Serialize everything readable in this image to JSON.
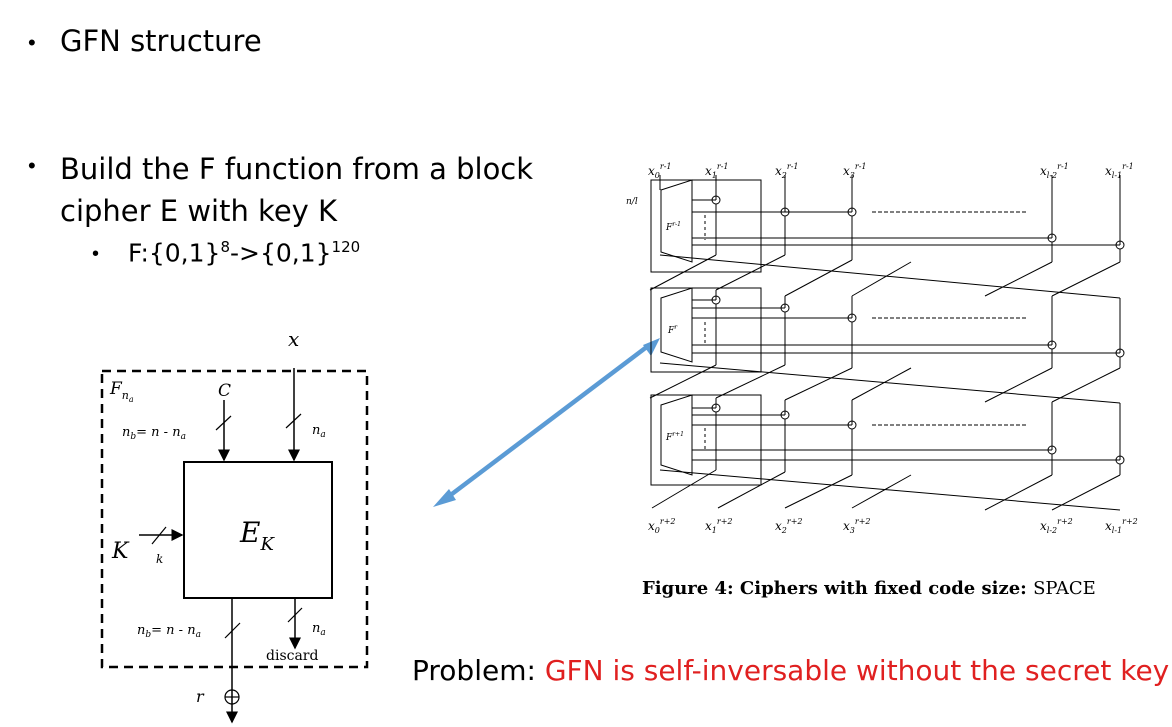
{
  "slide": {
    "bullet1": "GFN structure",
    "bullet2": "Build the F function from a block cipher E with key K",
    "bullet3_base": "F:{0,1}",
    "bullet3_exp1": "8",
    "bullet3_mid": "->{0,1}",
    "bullet3_exp2": "120",
    "problem_label": "Problem: ",
    "problem_text": "GFN is self-inversable without the secret key"
  },
  "left_diagram": {
    "x_label": "x",
    "c_label": "C",
    "k_big": "K",
    "k_small": "k",
    "e_label": "E",
    "e_sub": "K",
    "f_label": "F",
    "f_sub": "n",
    "f_subsub": "a",
    "nb_top": "n",
    "nb_eq_top": "= n - n",
    "na_top": "n",
    "nb_bottom": "n",
    "nb_eq_bottom": "= n - n",
    "na_bottom": "n",
    "a_sub": "a",
    "b_sub": "b",
    "discard": "discard",
    "r_label": "r"
  },
  "right_diagram": {
    "top_labels": [
      "x0r-1",
      "x1r-1",
      "x2r-1",
      "x3r-1",
      "xl-2r-1",
      "xl-1r-1"
    ],
    "bottom_labels": [
      "x0r+2",
      "x1r+2",
      "x2r+2",
      "x3r+2",
      "xl-2r+2",
      "xl-1r+2"
    ],
    "n_over_l": "n/l",
    "f_rounds": [
      "r-1",
      "r",
      "r+1"
    ],
    "caption_bold": "Figure 4: Ciphers with fixed code size:",
    "caption_sc": "SPACE"
  },
  "colors": {
    "arrow": "#5b9bd5",
    "problem": "#e02020"
  }
}
